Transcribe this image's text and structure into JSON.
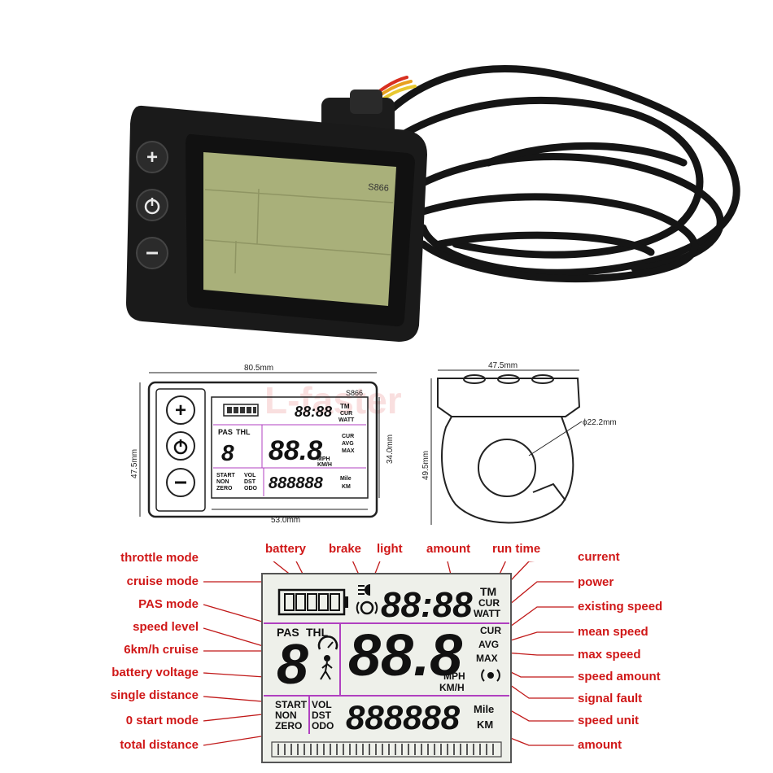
{
  "product": {
    "model": "S866",
    "buttons": {
      "plus": "+",
      "power": "power",
      "minus": "−"
    }
  },
  "dimensions": {
    "front_width": "80.5mm",
    "front_height": "47.5mm",
    "screen_width": "53.0mm",
    "screen_height": "34.0mm",
    "side_width": "47.5mm",
    "side_height": "49.5mm",
    "clamp_diameter": "ϕ22.2mm"
  },
  "watermark": "L-faster",
  "lcd": {
    "top_digits": "88:88",
    "pas": "PAS",
    "thl": "THL",
    "tm": "TM",
    "cur": "CUR",
    "watt": "WATT",
    "cur2": "CUR",
    "avg": "AVG",
    "max": "MAX",
    "mph": "MPH",
    "kmh": "KM/H",
    "level_digit": "8",
    "speed_digits": "88.8",
    "start": "START",
    "non": "NON",
    "zero": "ZERO",
    "vol": "VOL",
    "dst": "DST",
    "odo": "ODO",
    "bottom_digits": "888888",
    "mile": "Mile",
    "km": "KM"
  },
  "callouts": {
    "left": [
      "throttle mode",
      "cruise mode",
      "PAS mode",
      "speed level",
      "6km/h cruise",
      "battery voltage",
      "single distance",
      "0 start mode",
      "total distance"
    ],
    "top": [
      "battery",
      "brake",
      "light",
      "amount",
      "run time"
    ],
    "right": [
      "current",
      "power",
      "existing speed",
      "mean speed",
      "max speed",
      "speed amount",
      "signal fault",
      "speed unit",
      "amount"
    ]
  },
  "colors": {
    "callout": "#d01818",
    "divider": "#b040c0",
    "lcd_green": "#c4cc8c"
  }
}
